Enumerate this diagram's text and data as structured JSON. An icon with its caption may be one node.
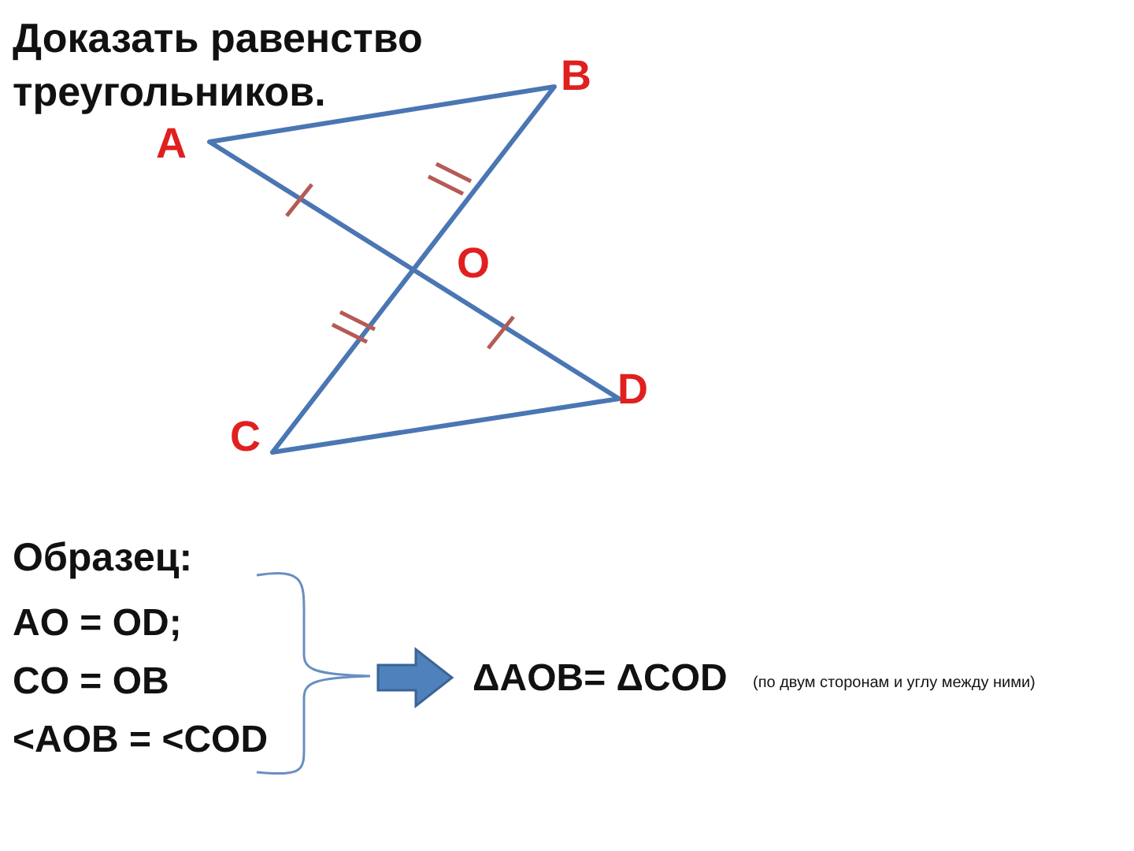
{
  "diagram": {
    "title": "Доказать равенство треугольников.",
    "labels": [
      "B",
      "A",
      "O",
      "D",
      "C",
      "Образец:",
      "AO = OD;",
      "CO = OB",
      "<AOB = <COD",
      "ΔAOB= ΔCOD",
      "(по двум сторонам и углу между ними)"
    ]
  }
}
